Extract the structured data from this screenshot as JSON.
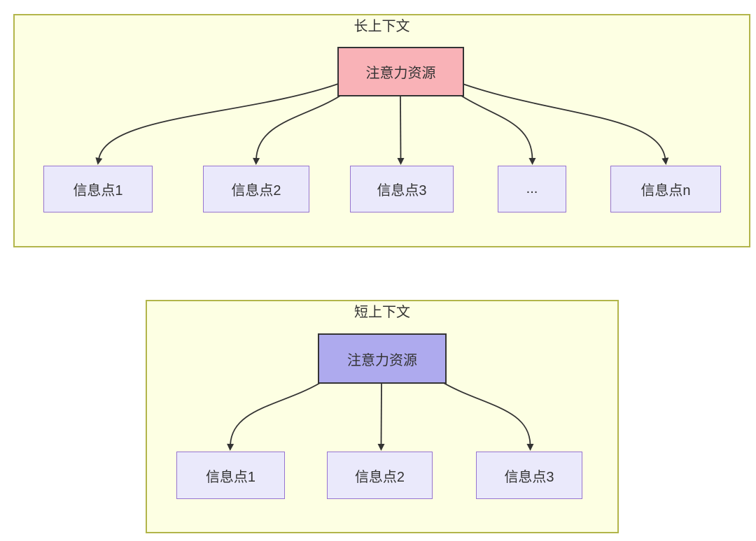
{
  "palette": {
    "page_bg": "#ffffff",
    "panel_fill": "#fdffe3",
    "panel_border": "#b2b54a",
    "attention_long_fill": "#f9b2b7",
    "attention_short_fill": "#aeaaee",
    "attention_border": "#343434",
    "node_fill": "#eae9fb",
    "node_border": "#9673d0",
    "arrow_color": "#333333",
    "text_color": "#333333"
  },
  "diagrams": [
    {
      "title": "长上下文",
      "attention_label": "注意力资源",
      "nodes": [
        "信息点1",
        "信息点2",
        "信息点3",
        "...",
        "信息点n"
      ]
    },
    {
      "title": "短上下文",
      "attention_label": "注意力资源",
      "nodes": [
        "信息点1",
        "信息点2",
        "信息点3"
      ]
    }
  ]
}
